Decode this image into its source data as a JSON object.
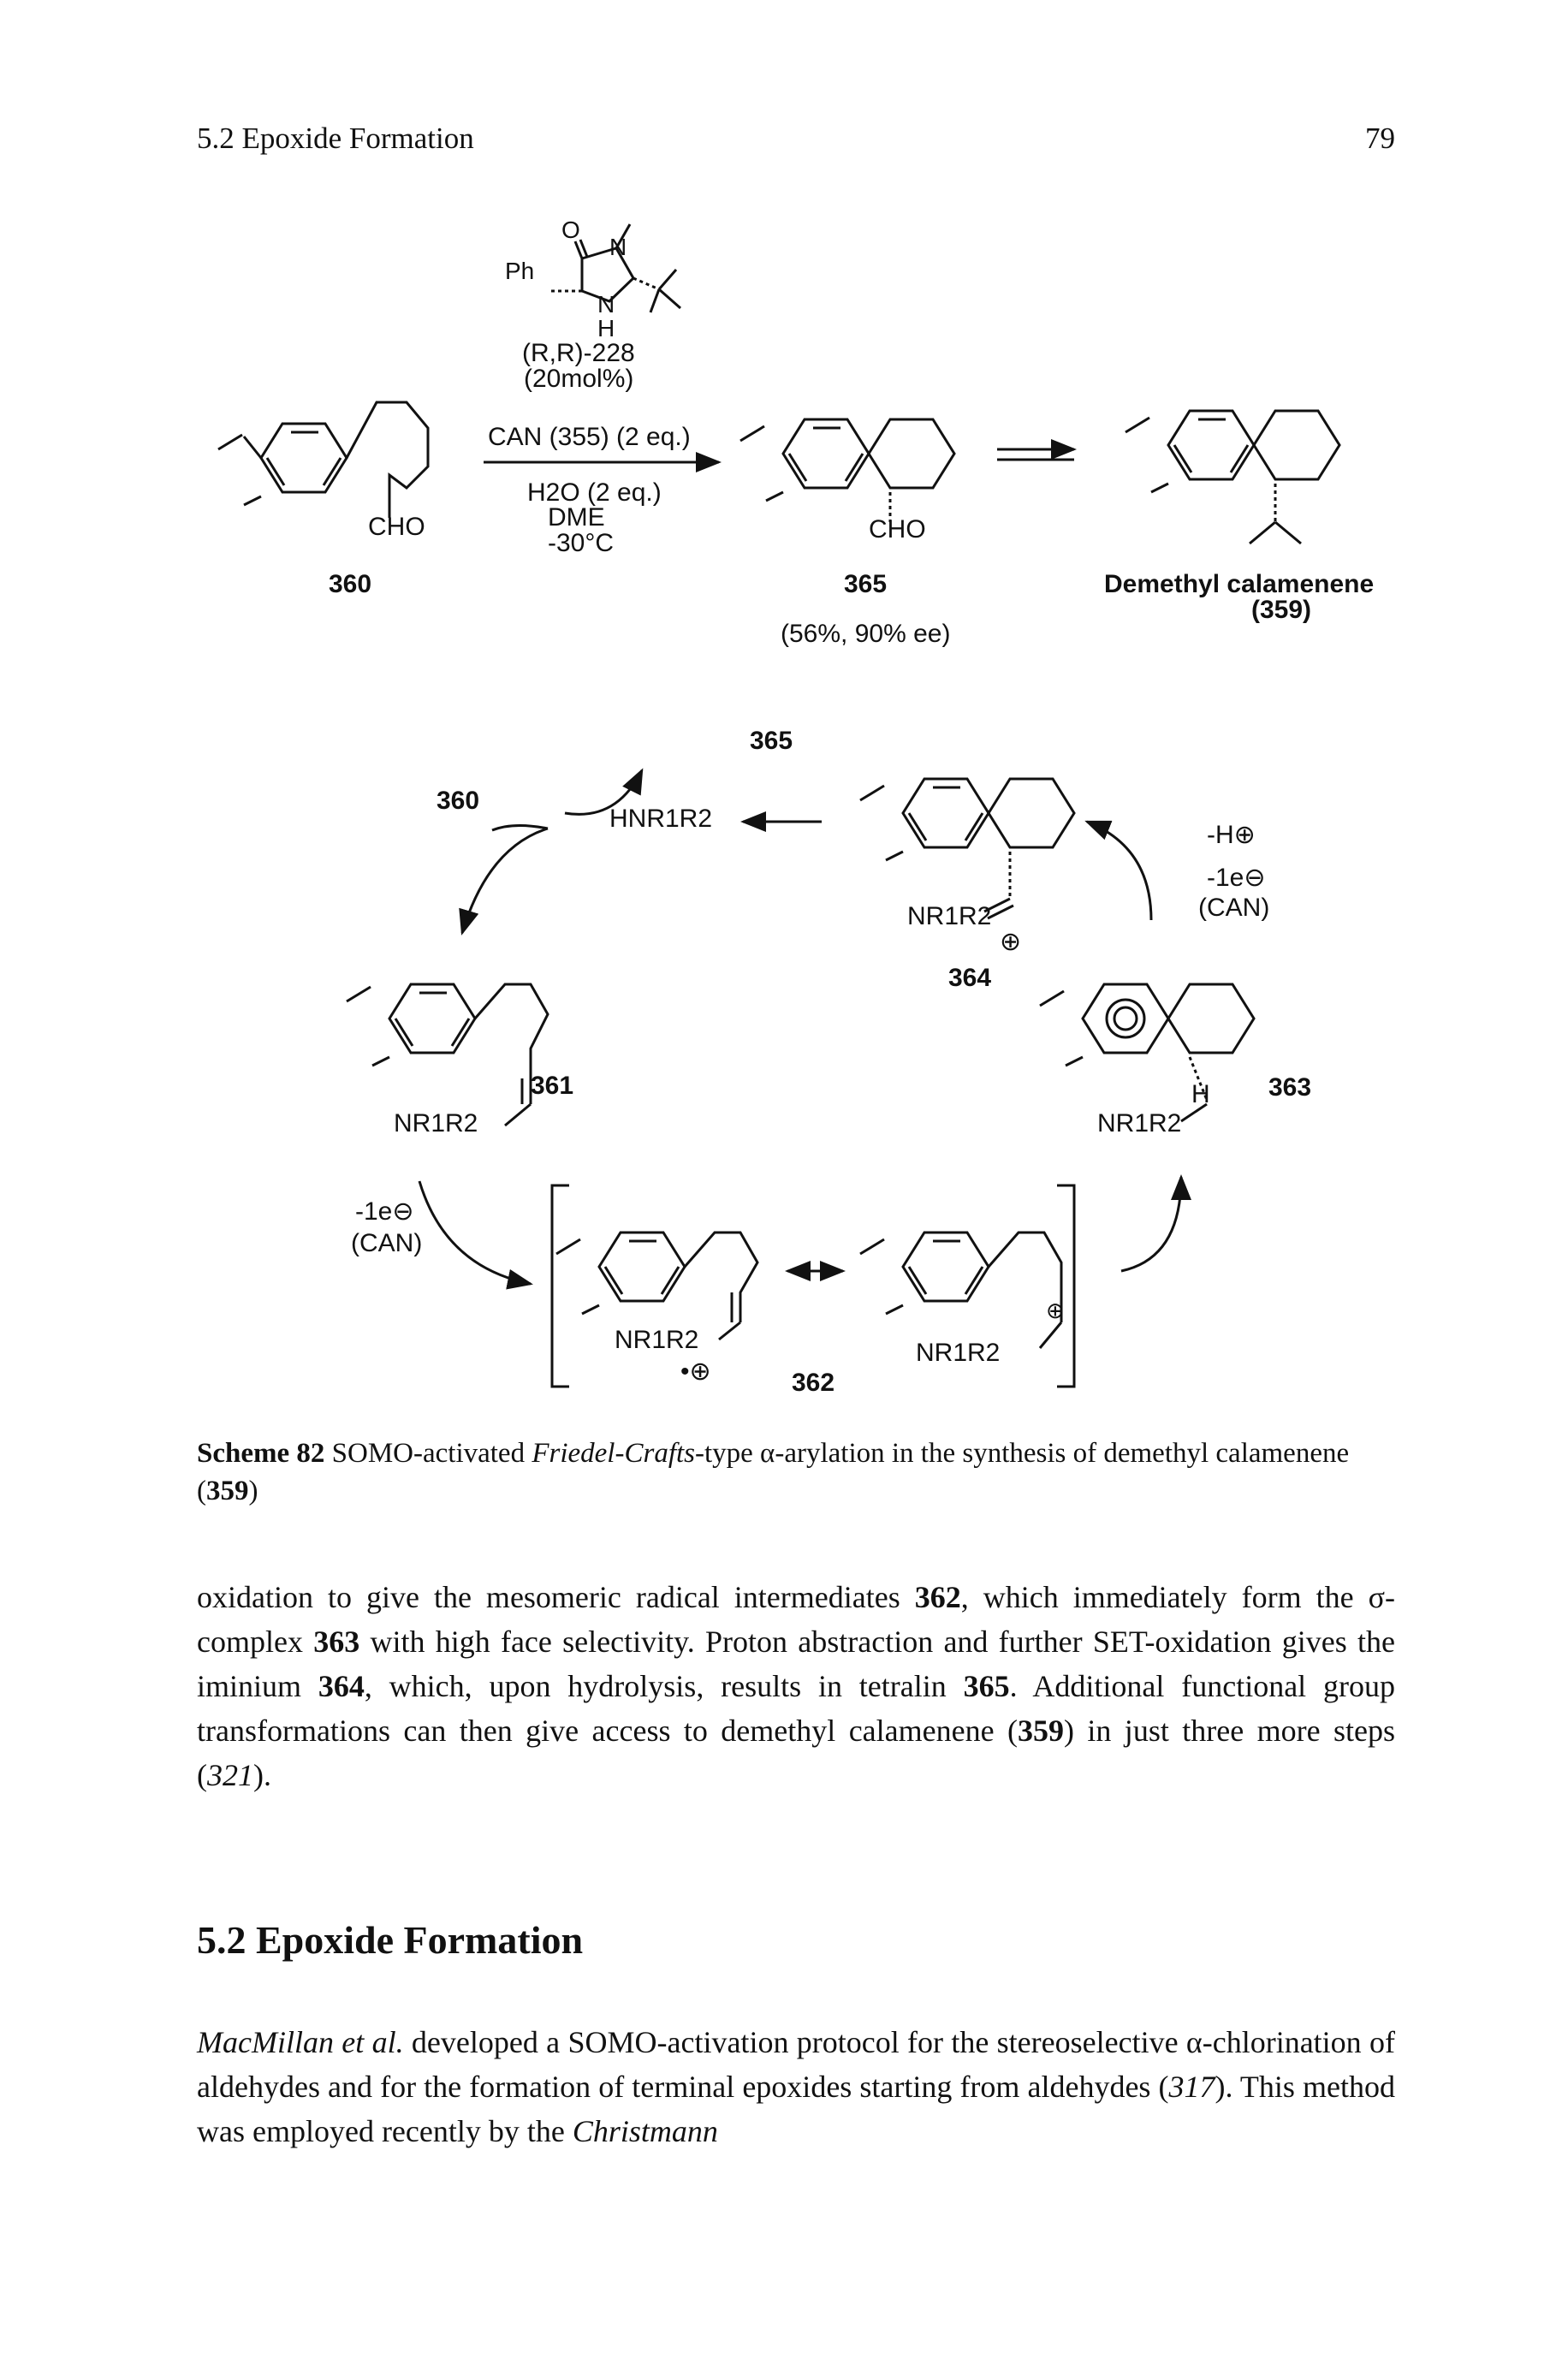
{
  "running_head": {
    "section": "5.2  Epoxide Formation",
    "page_number": "79"
  },
  "scheme": {
    "catalyst_label": "(R,R)-228",
    "catalyst_loading": "(20mol%)",
    "catalyst_atoms": {
      "O": "O",
      "N": "N",
      "NH": "N",
      "H": "H",
      "Ph": "Ph"
    },
    "reagent_above": "CAN (355) (2 eq.)",
    "reagents_below": [
      "H2O (2 eq.)",
      "DME",
      "-30°C"
    ],
    "cmpd_360": "360",
    "cmpd_365": "365",
    "yield_365": "(56%, 90% ee)",
    "product_name": "Demethyl calamenene",
    "product_num": "(359)",
    "cho": "CHO",
    "cmpd_361": "361",
    "cmpd_362": "362",
    "cmpd_363": "363",
    "cmpd_364": "364",
    "amine": "HNR1R2",
    "nr1r2": "NR1R2",
    "minus_h": "-H⊕",
    "minus_e": "-1e⊖",
    "can": "(CAN)",
    "h_label": "H",
    "plus": "⊕",
    "radical_plus": "•⊕"
  },
  "caption": {
    "label": "Scheme 82",
    "text_a": " SOMO-activated ",
    "italic": "Friedel-Crafts",
    "text_b": "-type α-arylation in the synthesis of demethyl calamenene (",
    "num": "359",
    "text_c": ")"
  },
  "paragraph1": {
    "t1": "oxidation to give the mesomeric radical intermediates ",
    "n1": "362",
    "t2": ", which immediately form the σ-complex ",
    "n2": "363",
    "t3": " with high face selectivity. Proton abstraction and further SET-oxidation gives the iminium ",
    "n3": "364",
    "t4": ", which, upon hydrolysis, results in tetralin ",
    "n4": "365",
    "t5": ". Additional functional group transformations can then give access to demethyl calamenene (",
    "n5": "359",
    "t6": ") in just three more steps (",
    "ref": "321",
    "t7": ")."
  },
  "section_heading": "5.2  Epoxide Formation",
  "paragraph2": {
    "author": "MacMillan et al.",
    "t1": " developed a SOMO-activation protocol for the stereoselective α-chlorination of aldehydes and for the formation of terminal epoxides starting from aldehydes (",
    "ref": "317",
    "t2": "). This method was employed recently by the ",
    "name": "Christmann"
  }
}
